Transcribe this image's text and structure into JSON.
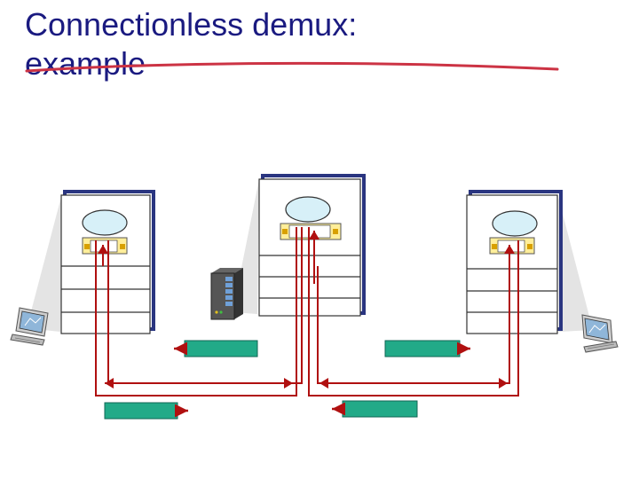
{
  "slide": {
    "title_line1": "Connectionless demux:",
    "title_line2": "example"
  },
  "colors": {
    "title": "#1a1a80",
    "underline": "#cc3344",
    "stack_border": "#333333",
    "stack_shadow": "#2a3580",
    "process_fill": "#d7f0f8",
    "socket_fill": "#ffee99",
    "arrow": "#b01010",
    "segment_fill": "#22aa88"
  },
  "hosts": [
    {
      "role": "client",
      "icon": "laptop-icon"
    },
    {
      "role": "server",
      "icon": "server-tower-icon"
    },
    {
      "role": "client",
      "icon": "laptop-icon"
    }
  ],
  "segments_count": 4
}
